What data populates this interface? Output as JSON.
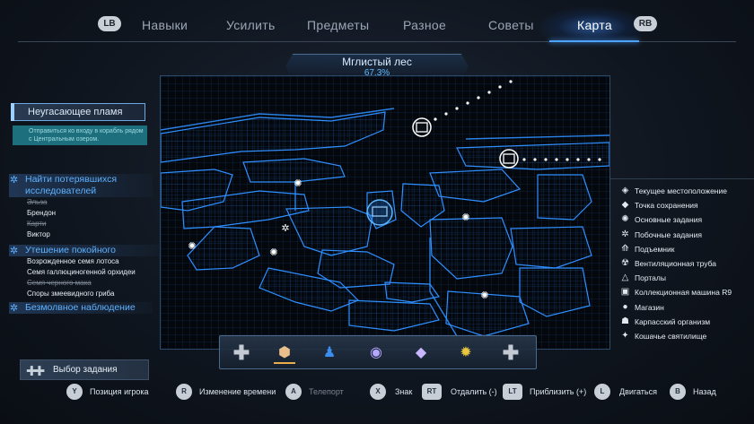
{
  "tabs": {
    "lb": "LB",
    "rb": "RB",
    "items": [
      {
        "label": "Навыки",
        "active": false
      },
      {
        "label": "Усилить",
        "active": false
      },
      {
        "label": "Предметы",
        "active": false
      },
      {
        "label": "Разное",
        "active": false
      },
      {
        "label": "Советы",
        "active": false
      },
      {
        "label": "Карта",
        "active": true
      }
    ]
  },
  "area": {
    "name": "Мглистый лес",
    "completion": "67,3%"
  },
  "quests": {
    "active": {
      "title": "Неугасающее пламя",
      "description": "Отправиться ко входу в корабль рядом с Центральным озером."
    },
    "groups": [
      {
        "title": "Найти потерявшихся исследователей",
        "subs": [
          {
            "label": "Эльза",
            "done": true
          },
          {
            "label": "Брендон",
            "done": false
          },
          {
            "label": "Карти",
            "done": true
          },
          {
            "label": "Виктор",
            "done": false
          }
        ]
      },
      {
        "title": "Утешение покойного",
        "subs": [
          {
            "label": "Возрожденное семя лотоса",
            "done": false
          },
          {
            "label": "Семя галлюциногенной орхидеи",
            "done": false
          },
          {
            "label": "Семя черного мака",
            "done": true
          },
          {
            "label": "Споры змеевидного гриба",
            "done": false
          }
        ]
      },
      {
        "title": "Безмолвное наблюдение",
        "subs": []
      }
    ],
    "select_label": "Выбор задания"
  },
  "legend": [
    {
      "icon": "current-location-icon",
      "glyph": "◈",
      "label": "Текущее местоположение"
    },
    {
      "icon": "save-point-icon",
      "glyph": "◆",
      "label": "Точка сохранения"
    },
    {
      "icon": "main-quest-icon",
      "glyph": "✺",
      "label": "Основные задания"
    },
    {
      "icon": "side-quest-icon",
      "glyph": "✲",
      "label": "Побочные задания"
    },
    {
      "icon": "lift-icon",
      "glyph": "⟰",
      "label": "Подъемник"
    },
    {
      "icon": "vent-icon",
      "glyph": "☢",
      "label": "Вентиляционная труба"
    },
    {
      "icon": "portal-icon",
      "glyph": "△",
      "label": "Порталы"
    },
    {
      "icon": "collection-machine-icon",
      "glyph": "▣",
      "label": "Коллекционная машина R9"
    },
    {
      "icon": "shop-icon",
      "glyph": "●",
      "label": "Магазин"
    },
    {
      "icon": "karpassian-organism-icon",
      "glyph": "☗",
      "label": "Карпасский организм"
    },
    {
      "icon": "cat-shrine-icon",
      "glyph": "✦",
      "label": "Кошачье святилище"
    }
  ],
  "dock": {
    "slots": [
      {
        "icon": "plus-icon",
        "glyph": "✚",
        "color": "#c3cad3"
      },
      {
        "icon": "supply-crate-icon",
        "glyph": "⬢",
        "color": "#e9c08c",
        "selected": true
      },
      {
        "icon": "figure-icon",
        "glyph": "♟",
        "color": "#3c8df0"
      },
      {
        "icon": "orb-icon",
        "glyph": "◉",
        "color": "#b5a6ff"
      },
      {
        "icon": "crystal-icon",
        "glyph": "◆",
        "color": "#c8b6ff"
      },
      {
        "icon": "sun-icon",
        "glyph": "✹",
        "color": "#e9c640"
      },
      {
        "icon": "plus-icon",
        "glyph": "✚",
        "color": "#c3cad3"
      }
    ]
  },
  "controls": [
    {
      "key": "Y",
      "label": "Позиция игрока",
      "dim": false
    },
    {
      "key": "R",
      "label": "Изменение времени",
      "dim": false
    },
    {
      "key": "A",
      "label": "Телепорт",
      "dim": true
    },
    {
      "key": "X",
      "label": "Знак",
      "dim": false
    },
    {
      "key": "RT",
      "label": "Отдалить (-)",
      "dim": false
    },
    {
      "key": "LT",
      "label": "Приблизить (+)",
      "dim": false
    },
    {
      "key": "L",
      "label": "Двигаться",
      "dim": false
    },
    {
      "key": "B",
      "label": "Назад",
      "dim": false
    }
  ],
  "colors": {
    "accent": "#4da3ff",
    "map_line": "#2f8fff",
    "quest_title": "#5eb1ff"
  }
}
